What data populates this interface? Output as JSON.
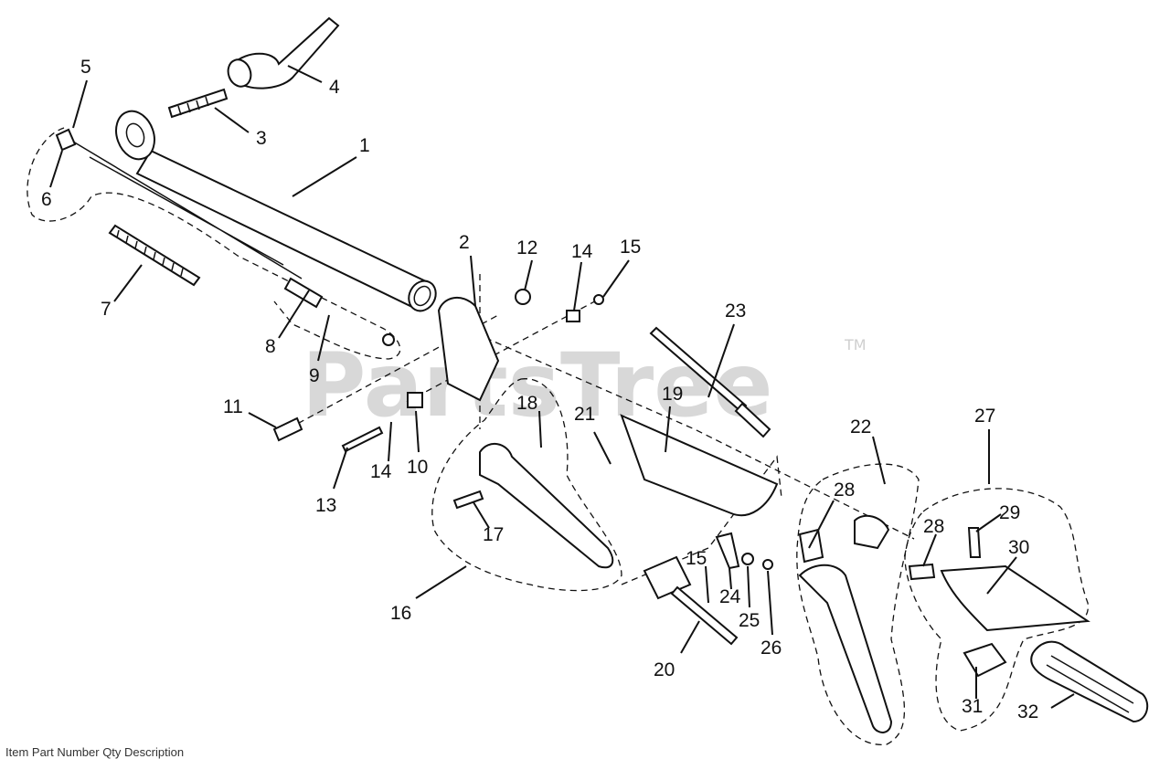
{
  "diagram": {
    "watermark": "PartsTree",
    "trademark": "TM",
    "caption": "Item  Part Number  Qty  Description",
    "labels": [
      "1",
      "2",
      "3",
      "4",
      "5",
      "6",
      "7",
      "8",
      "9",
      "10",
      "11",
      "12",
      "13",
      "14",
      "14",
      "15",
      "15",
      "16",
      "17",
      "18",
      "19",
      "20",
      "21",
      "22",
      "23",
      "24",
      "25",
      "26",
      "27",
      "28",
      "28",
      "29",
      "30",
      "31",
      "32"
    ]
  }
}
